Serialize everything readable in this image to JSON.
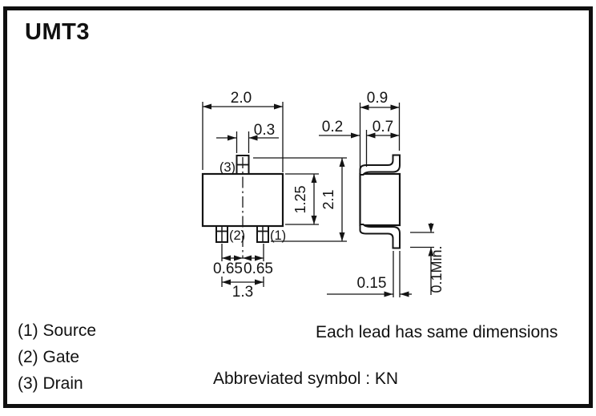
{
  "title": "UMT3",
  "front_view": {
    "pin_labels": {
      "top": "(3)",
      "bottom_left": "(2)",
      "bottom_right": "(1)"
    },
    "dims": {
      "body_width": "2.0",
      "top_pin_width": "0.3",
      "body_height": "1.25",
      "overall_height": "2.1",
      "pin_offset_left": "0.65",
      "pin_offset_right": "0.65",
      "pin_pitch": "1.3"
    }
  },
  "side_view": {
    "dims": {
      "overall_depth": "0.9",
      "lead_front": "0.2",
      "body_depth": "0.7",
      "lead_thickness": "0.15",
      "standoff_min": "0.1Min."
    }
  },
  "legend": {
    "items": [
      "(1) Source",
      "(2) Gate",
      "(3) Drain"
    ]
  },
  "notes": {
    "lead_note": "Each lead has same dimensions",
    "symbol_note": "Abbreviated symbol : KN"
  },
  "colors": {
    "ink": "#141414",
    "background": "#ffffff"
  }
}
